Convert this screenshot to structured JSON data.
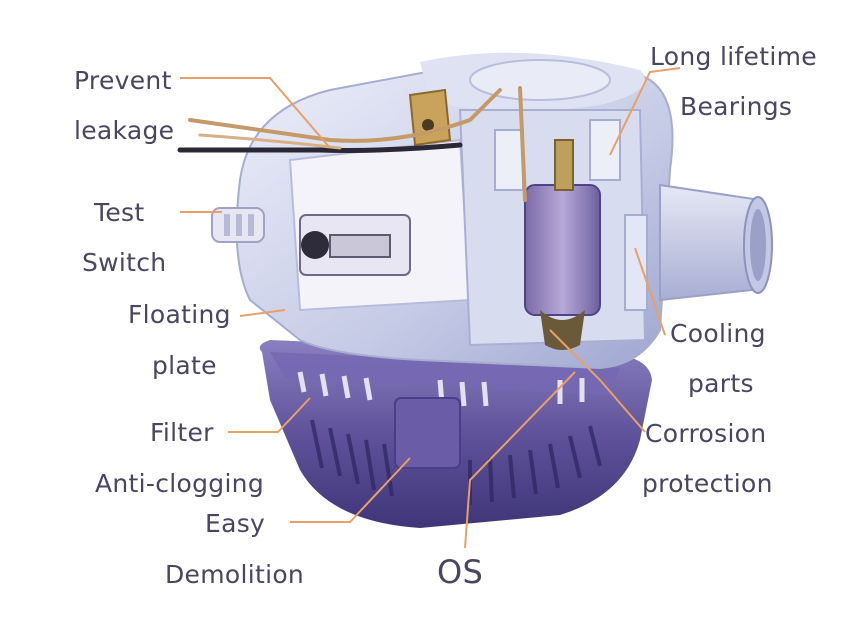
{
  "labels": {
    "prevent": "Prevent",
    "leakage": "leakage",
    "test": "Test",
    "switch": "Switch",
    "floating": "Floating",
    "plate": "plate",
    "filter": "Filter",
    "anti_clogging": "Anti-clogging",
    "easy": "Easy",
    "demolition": "Demolition",
    "os": "OS",
    "long_lifetime": "Long lifetime",
    "bearings": "Bearings",
    "cooling": "Cooling",
    "parts": "parts",
    "corrosion": "Corrosion",
    "protection": "protection"
  },
  "colors": {
    "leader": "#e9a066",
    "text": "#4a4560",
    "base_purple": "#5b4d95",
    "housing": "#c9cde6"
  }
}
